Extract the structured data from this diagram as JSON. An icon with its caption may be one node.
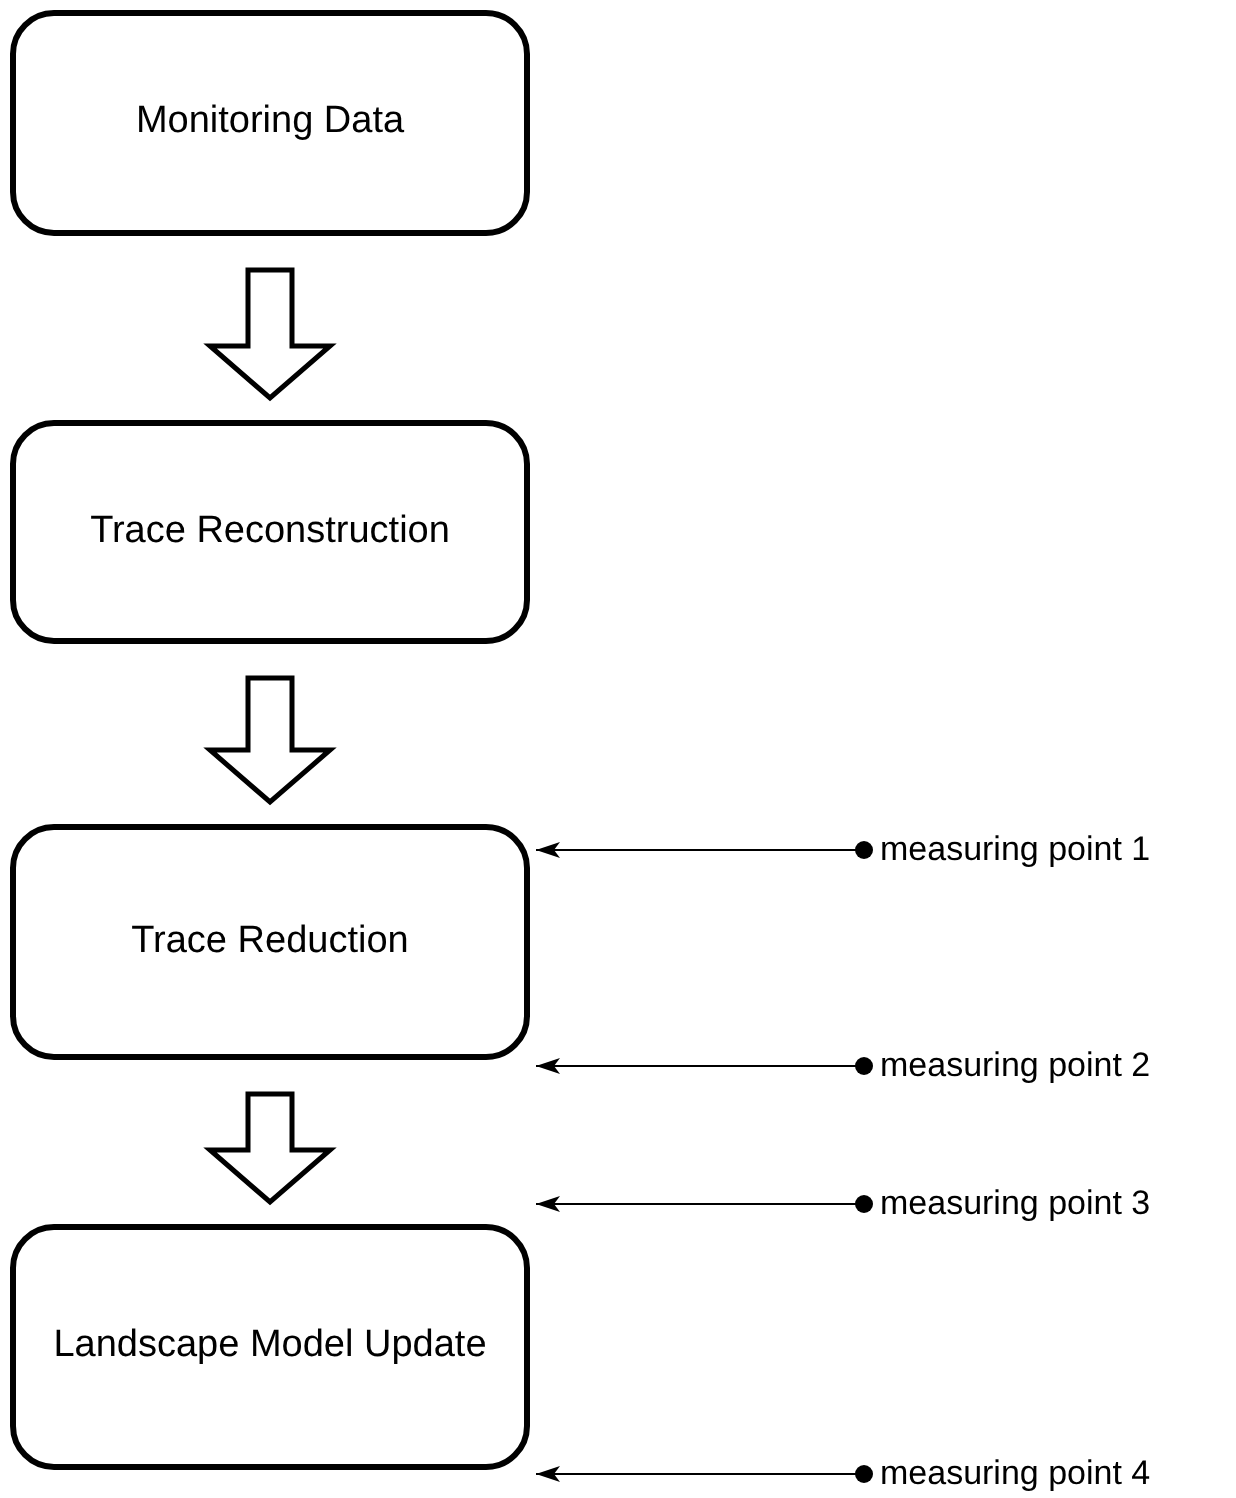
{
  "diagram": {
    "nodes": [
      {
        "text": [
          "Monitoring Data"
        ]
      },
      {
        "text": [
          "Trace Reconstruction"
        ]
      },
      {
        "text": [
          "Trace Reduction"
        ]
      },
      {
        "text": [
          "Landscape Model Update"
        ]
      },
      {
        "text": [
          "measuring point 1"
        ]
      },
      {
        "text": [
          "measuring point 2"
        ]
      },
      {
        "text": [
          "measuring point 3"
        ]
      },
      {
        "text": [
          "measuring point 4"
        ]
      }
    ],
    "edges": [
      {
        "from": 0,
        "to": 1,
        "arrow": "to",
        "style": "thick"
      },
      {
        "from": 1,
        "to": 2,
        "arrow": "to",
        "style": "thick"
      },
      {
        "from": 2,
        "to": 3,
        "arrow": "to",
        "style": "thick"
      },
      {
        "from": 4,
        "to": 2,
        "arrow": "to"
      },
      {
        "from": 5,
        "to": 2,
        "arrow": "to"
      },
      {
        "from": 6,
        "to": 3,
        "arrow": "to"
      },
      {
        "from": 7,
        "to": 3,
        "arrow": "to"
      }
    ]
  }
}
